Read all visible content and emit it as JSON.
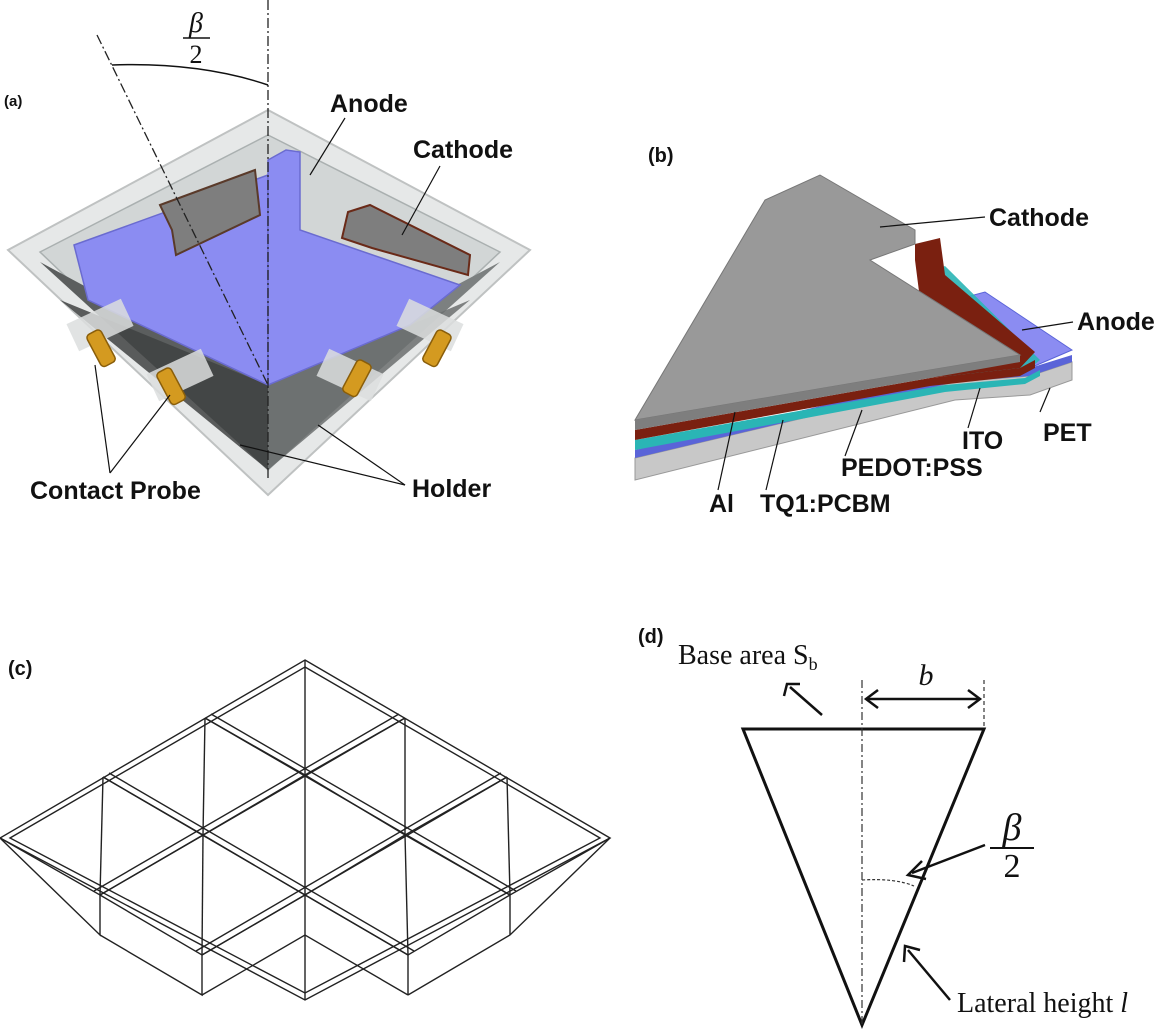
{
  "panels": {
    "a": {
      "tag": "(a)",
      "angle_num": "β",
      "angle_den": "2",
      "labels": {
        "anode": "Anode",
        "cathode": "Cathode",
        "contact_probe": "Contact Probe",
        "holder": "Holder"
      }
    },
    "b": {
      "tag": "(b)",
      "labels": {
        "cathode": "Cathode",
        "anode": "Anode",
        "ito": "ITO",
        "pet": "PET",
        "pedot": "PEDOT:PSS",
        "al": "Al",
        "tq1": "TQ1:PCBM"
      }
    },
    "c": {
      "tag": "(c)"
    },
    "d": {
      "tag": "(d)",
      "base_area_text": "Base area S",
      "base_area_sub": "b",
      "b_label": "b",
      "angle_num": "β",
      "angle_den": "2",
      "lateral_text": "Lateral height ",
      "lateral_var": "l"
    }
  },
  "colors": {
    "anode_blue": "#8b8cf2",
    "cathode_gray": "#8f8f8f",
    "al_red": "#7a2010",
    "pedot_cyan": "#2ab5b5",
    "ito_blue": "#5a64d8",
    "pet_gray": "#c8c8c8",
    "probe_gold": "#d49a20"
  }
}
